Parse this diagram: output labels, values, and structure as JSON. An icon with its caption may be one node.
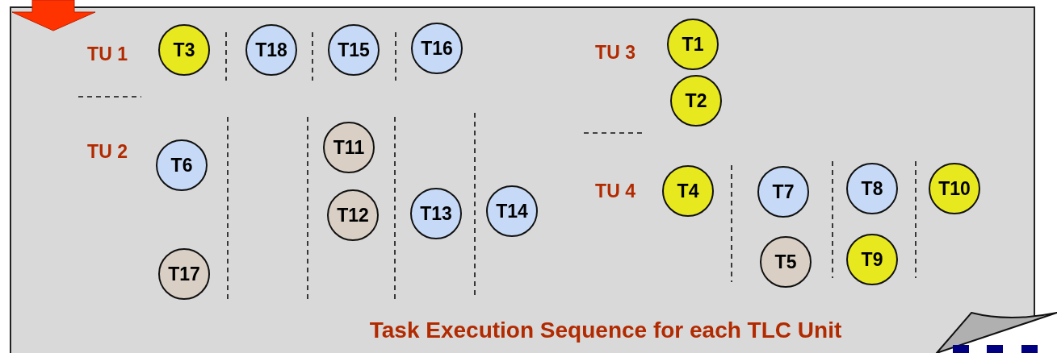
{
  "diagram": {
    "nodes": [
      {
        "text": [
          "Task Execution Sequence for each TLC Unit"
        ]
      },
      {
        "text": [
          "T3"
        ],
        "in": 0
      },
      {
        "text": [
          "T18"
        ],
        "in": 0
      },
      {
        "text": [
          "T15"
        ],
        "in": 0
      },
      {
        "text": [
          "T16"
        ],
        "in": 0
      },
      {
        "text": [
          "T1"
        ],
        "in": 0
      },
      {
        "text": [
          "T2"
        ],
        "in": 0
      },
      {
        "text": [
          "T6"
        ],
        "in": 0
      },
      {
        "text": [
          "T11"
        ],
        "in": 0
      },
      {
        "text": [
          "T12"
        ],
        "in": 0
      },
      {
        "text": [
          "T13"
        ],
        "in": 0
      },
      {
        "text": [
          "T14"
        ],
        "in": 0
      },
      {
        "text": [
          "T4"
        ],
        "in": 0
      },
      {
        "text": [
          "T7"
        ],
        "in": 0
      },
      {
        "text": [
          "T8"
        ],
        "in": 0
      },
      {
        "text": [
          "T10"
        ],
        "in": 0
      },
      {
        "text": [
          "T17"
        ],
        "in": 0
      },
      {
        "text": [
          "T5"
        ],
        "in": 0
      },
      {
        "text": [
          "T9"
        ],
        "in": 0
      }
    ],
    "labels": [
      "TU 1",
      "TU 3",
      "TU 2",
      "TU 4"
    ]
  }
}
